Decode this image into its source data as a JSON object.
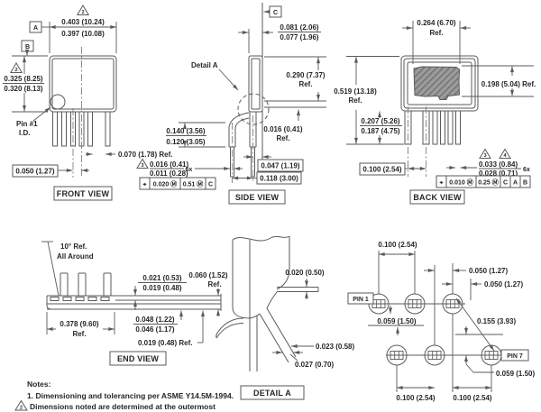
{
  "colors": {
    "line": "#5a5a5a",
    "text": "#262626",
    "hatch_fill": "#9b9b9b"
  },
  "front": {
    "label": "FRONT VIEW",
    "datum_a": "A",
    "datum_b": "B",
    "flag_top": "2",
    "flag_left": "2",
    "width_max": "0.403 (10.24)",
    "width_min": "0.397 (10.08)",
    "height_max": "0.325 (8.25)",
    "height_min": "0.320 (8.13)",
    "pin1_l1": "Pin #1",
    "pin1_l2": "I.D.",
    "lead_gap": "0.070 (1.78) Ref.",
    "lead_pitch": "0.050 (1.27)"
  },
  "side": {
    "label": "SIDE VIEW",
    "datum_c": "C",
    "thk_max": "0.081 (2.06)",
    "thk_min": "0.077 (1.96)",
    "detail_callout": "Detail A",
    "body_h": "0.290 (7.37)",
    "body_h_ref": "Ref.",
    "overall_h": "0.519 (13.18)",
    "overall_h_ref": "Ref.",
    "lead_len_max": "0.140 (3.56)",
    "lead_len_min": "0.120 (3.05)",
    "standoff": "0.016 (0.41)",
    "standoff_ref": "Ref.",
    "row_offset": "0.047 (1.19)",
    "flag_lead": "3",
    "lead_thk_max": "0.016 (0.41)",
    "lead_thk_min": "0.011 (0.28)",
    "lead_count": "6x",
    "fcf": [
      "⌖",
      "0.020 Ⓜ",
      "0.51 Ⓜ",
      "C"
    ],
    "row_pitch": "0.118 (3.00)"
  },
  "back": {
    "label": "BACK VIEW",
    "pad_w": "0.264 (6.70)",
    "pad_w_ref": "Ref.",
    "pad_h": "0.198 (5.04) Ref.",
    "lead_len_max": "0.207 (5.26)",
    "lead_len_min": "0.187 (4.75)",
    "pitch": "0.100 (2.54)",
    "flag_a": "3",
    "flag_b": "4",
    "lead_w_max": "0.033 (0.84)",
    "lead_w_min": "0.028 (0.71)",
    "lead_count": "6x",
    "fcf": [
      "⌖",
      "0.010 Ⓜ",
      "0.25 Ⓜ",
      "C",
      "A",
      "B"
    ]
  },
  "end": {
    "label": "END VIEW",
    "draft": "10° Ref.",
    "draft2": "All Around",
    "thk_max": "0.021 (0.53)",
    "thk_min": "0.019 (0.48)",
    "total": "0.060 (1.52)",
    "total_ref": "Ref.",
    "base_max": "0.048 (1.22)",
    "base_min": "0.046 (1.17)",
    "width": "0.378 (9.60)",
    "width_ref": "Ref.",
    "foot": "0.019 (0.48) Ref."
  },
  "detail": {
    "label": "DETAIL A",
    "ledge": "0.020 (0.50)",
    "lead_thk": "0.023 (0.58)",
    "bend": "0.027 (0.70)"
  },
  "land": {
    "pin1": "PIN 1",
    "pin7": "PIN 7",
    "pitch_top": "0.100 (2.54)",
    "offset_a": "0.050 (1.27)",
    "offset_b": "0.050 (1.27)",
    "row_a": "0.059 (1.50)",
    "row_b": "0.059 (1.50)",
    "diag": "0.155 (3.93)",
    "pitch_bot_a": "0.100 (2.54)",
    "pitch_bot_b": "0.100 (2.54)"
  },
  "notes": {
    "title": "Notes:",
    "n1": "1.  Dimensioning and tolerancing per ASME Y14.5M-1994.",
    "n2_flag": "2",
    "n2": "Dimensions noted are determined at the outermost"
  }
}
